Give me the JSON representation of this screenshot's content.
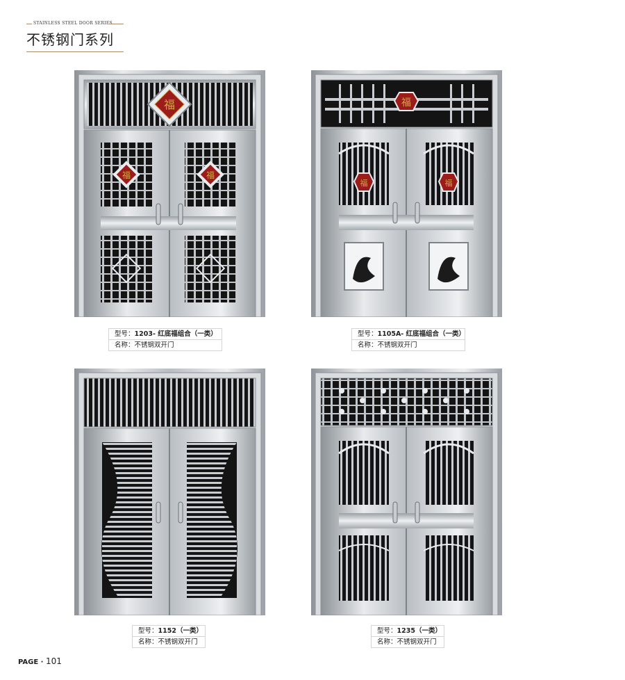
{
  "header": {
    "series": "STAINLESS STEEL DOOR SERIES",
    "title": "不锈钢门系列",
    "accent": "#a58a6c"
  },
  "doors": [
    {
      "model_label": "型号：",
      "model": "1203- 红底福组合（一类）",
      "name_label": "名称：",
      "name": "不锈钢双开门",
      "fu": "福"
    },
    {
      "model_label": "型号：",
      "model": "1105A- 红底福组合（一类）",
      "name_label": "名称：",
      "name": "不锈钢双开门",
      "fu": "福"
    },
    {
      "model_label": "型号：",
      "model": "1152（一类）",
      "name_label": "名称：",
      "name": "不锈钢双开门"
    },
    {
      "model_label": "型号：",
      "model": "1235（一类）",
      "name_label": "名称：",
      "name": "不锈钢双开门"
    }
  ],
  "page": {
    "label": "PAGE ·",
    "number": "101"
  },
  "colors": {
    "steel_light": "#e4e7ea",
    "steel_mid": "#b7bcc1",
    "steel_dark": "#7d8388",
    "panel_black": "#141414",
    "fu_red": "#9c1b1b",
    "fu_gold": "#d4a848"
  }
}
